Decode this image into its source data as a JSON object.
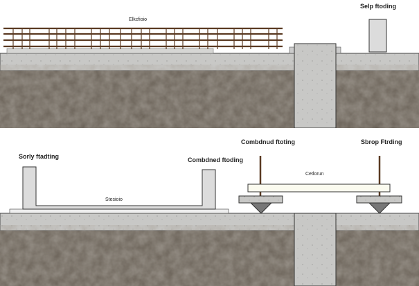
{
  "top_panel": {
    "mesh_label": "Elkcfioio",
    "right_label": "Selp ftoding"
  },
  "bottom_panel": {
    "left_label": "Sorly ftadting",
    "combined_label_left": "Combdned ftoding",
    "slab_label": "Stesioio",
    "combined_label_right": "Combdnud ftoting",
    "strap_label": "Sbrop Ftrding",
    "beam_label": "Cetlorun"
  },
  "colors": {
    "soil": "#6e665c",
    "concrete": "#c9c9c7",
    "rebar": "#5a3a22",
    "element": "#dcdcdc"
  }
}
